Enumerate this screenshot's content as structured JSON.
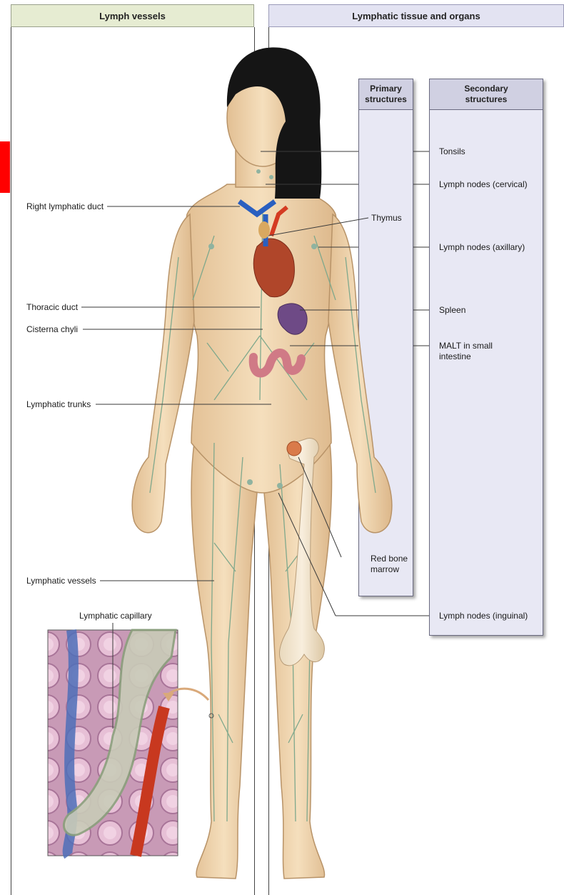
{
  "headers": {
    "left": "Lymph vessels",
    "right": "Lymphatic tissue and organs"
  },
  "boxes": {
    "primary": "Primary\nstructures",
    "secondary": "Secondary\nstructures"
  },
  "left_labels": {
    "right_lymphatic_duct": "Right lymphatic duct",
    "thoracic_duct": "Thoracic duct",
    "cisterna_chyli": "Cisterna chyli",
    "lymphatic_trunks": "Lymphatic trunks",
    "lymphatic_vessels": "Lymphatic vessels",
    "lymphatic_capillary": "Lymphatic capillary"
  },
  "primary_labels": {
    "thymus": "Thymus",
    "red_bone_marrow": "Red bone\nmarrow"
  },
  "secondary_labels": {
    "tonsils": "Tonsils",
    "cervical": "Lymph nodes (cervical)",
    "axillary": "Lymph nodes (axillary)",
    "spleen": "Spleen",
    "malt": "MALT in small\nintestine",
    "inguinal": "Lymph nodes (inguinal)"
  },
  "colors": {
    "skin": "#f0d6b0",
    "vessel": "#7fa88c",
    "vein": "#2a5fc0",
    "artery": "#d43b22",
    "accent_red": "#ff0000"
  }
}
